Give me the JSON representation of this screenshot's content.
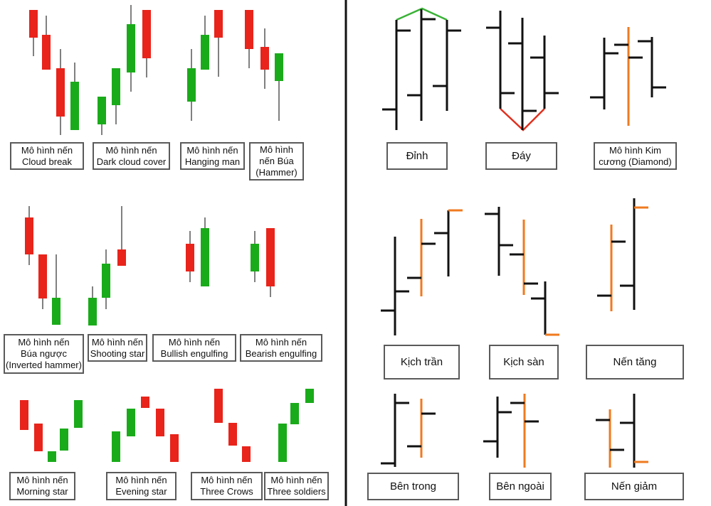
{
  "colors": {
    "bullish": "#1aab1a",
    "bearish": "#e8241b",
    "highlight": "#f07a1f",
    "bar": "#111111",
    "peak_line": "#39b236",
    "trough_line": "#e0301e"
  },
  "candlestick_patterns": [
    {
      "label": "Mô hình nến\nCloud break"
    },
    {
      "label": "Mô hình nến\nDark cloud cover"
    },
    {
      "label": "Mô hình nến\nHanging man"
    },
    {
      "label": "Mô hình\nnến Búa\n(Hammer)"
    },
    {
      "label": "Mô hình nến\nBúa ngược\n(Inverted hammer)"
    },
    {
      "label": "Mô hình nến\nShooting star"
    },
    {
      "label": "Mô hình nến\nBullish engulfing"
    },
    {
      "label": "Mô hình nến\nBearish engulfing"
    },
    {
      "label": "Mô hình nến\nMorning star"
    },
    {
      "label": "Mô hình nến\nEvening star"
    },
    {
      "label": "Mô hình nến\nThree Crows"
    },
    {
      "label": "Mô hình nến\nThree soldiers"
    }
  ],
  "bar_patterns": [
    {
      "label": "Đỉnh"
    },
    {
      "label": "Đáy"
    },
    {
      "label": "Mô hình Kim\ncương (Diamond)"
    },
    {
      "label": "Kịch trần"
    },
    {
      "label": "Kịch sàn"
    },
    {
      "label": "Nến tăng"
    },
    {
      "label": "Bên trong"
    },
    {
      "label": "Bên ngoài"
    },
    {
      "label": "Nến giảm"
    }
  ]
}
